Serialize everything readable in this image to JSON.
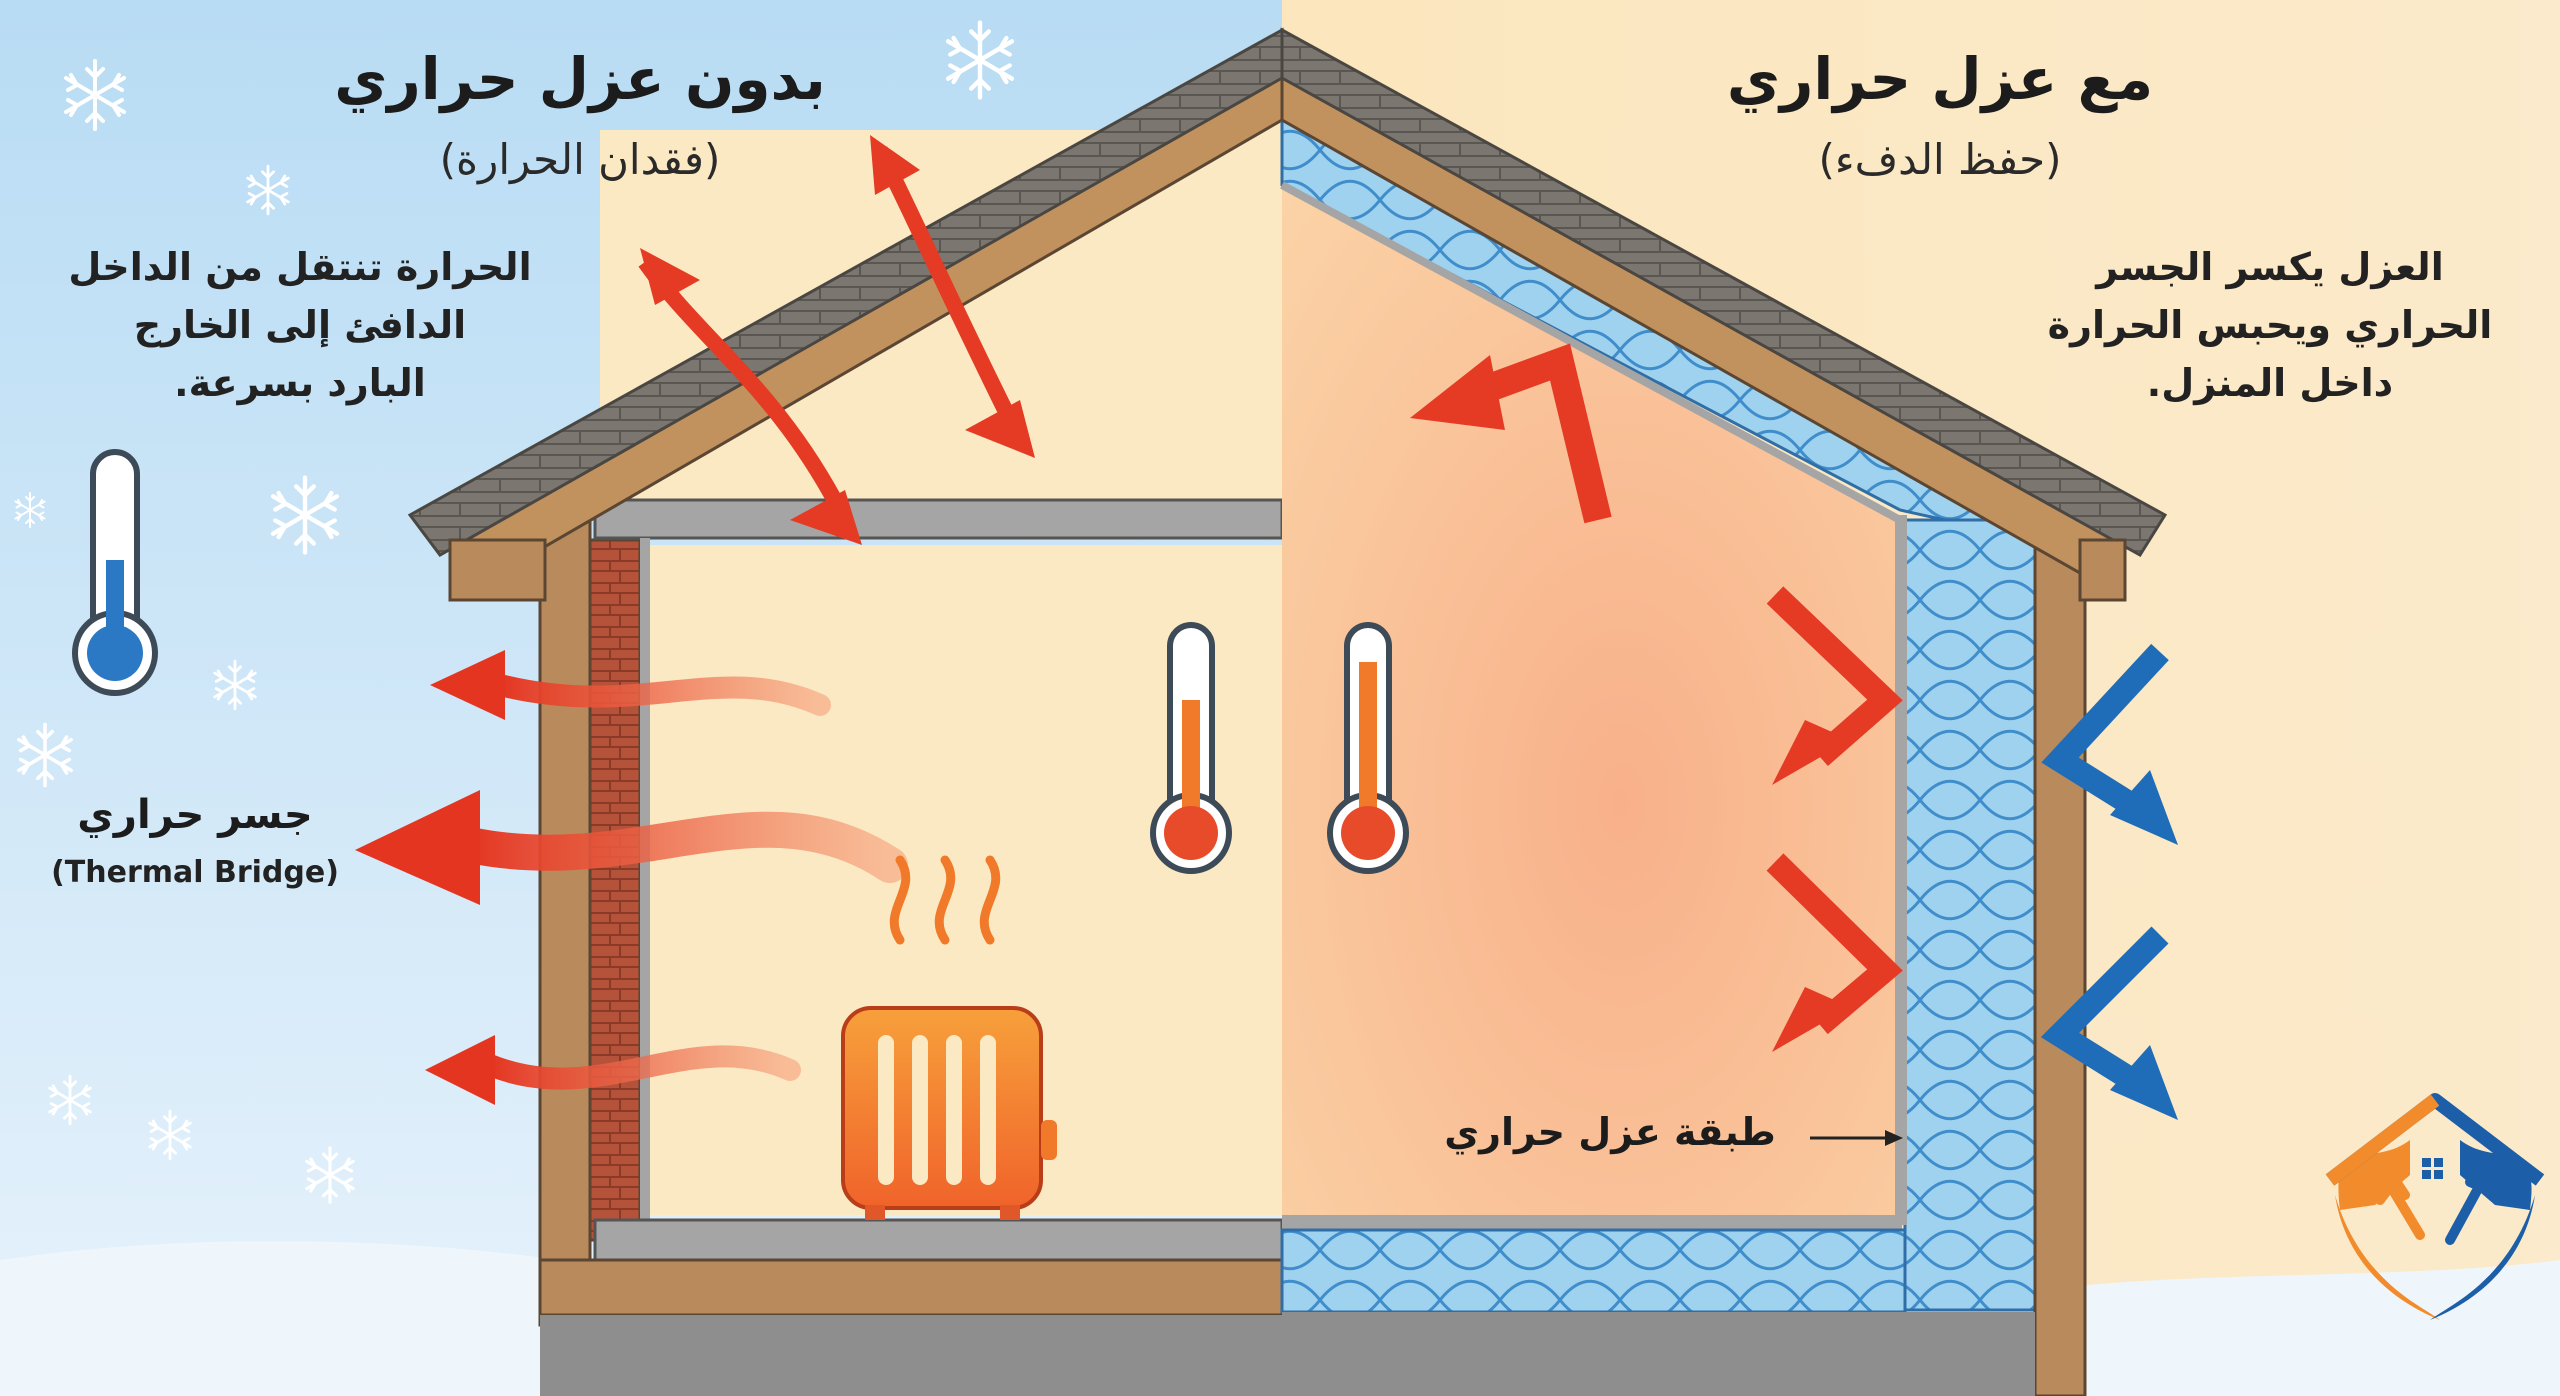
{
  "left_panel": {
    "title": "بدون عزل حراري",
    "subtitle": "(فقدان الحرارة)",
    "description_lines": [
      "الحرارة تنتقل من الداخل",
      "الدافئ إلى الخارج",
      "البارد بسرعة."
    ],
    "thermal_bridge_label": "جسر حراري",
    "thermal_bridge_en": "(Thermal Bridge)"
  },
  "right_panel": {
    "title": "مع عزل حراري",
    "subtitle": "(حفظ الدفء)",
    "description_lines": [
      "العزل يكسر الجسر",
      "الحراري ويحبس الحرارة",
      "داخل المنزل."
    ],
    "insulation_layer_label": "طبقة عزل حراري"
  },
  "icons": {
    "snowflake": "snowflake-icon",
    "cold_thermometer": "cold-thermometer-icon",
    "warm_thermometer": "warm-thermometer-icon",
    "radiator": "radiator-icon",
    "logo": "house-repair-logo-icon"
  },
  "colors": {
    "cold_bg": "#cfe6f7",
    "warm_bg": "#fbe7bf",
    "heat_arrow": "#e53a24",
    "cold_arrow": "#1f6db8",
    "insulation": "#8fc9ec",
    "roof": "#6f6a64",
    "wood": "#b98a5c"
  }
}
